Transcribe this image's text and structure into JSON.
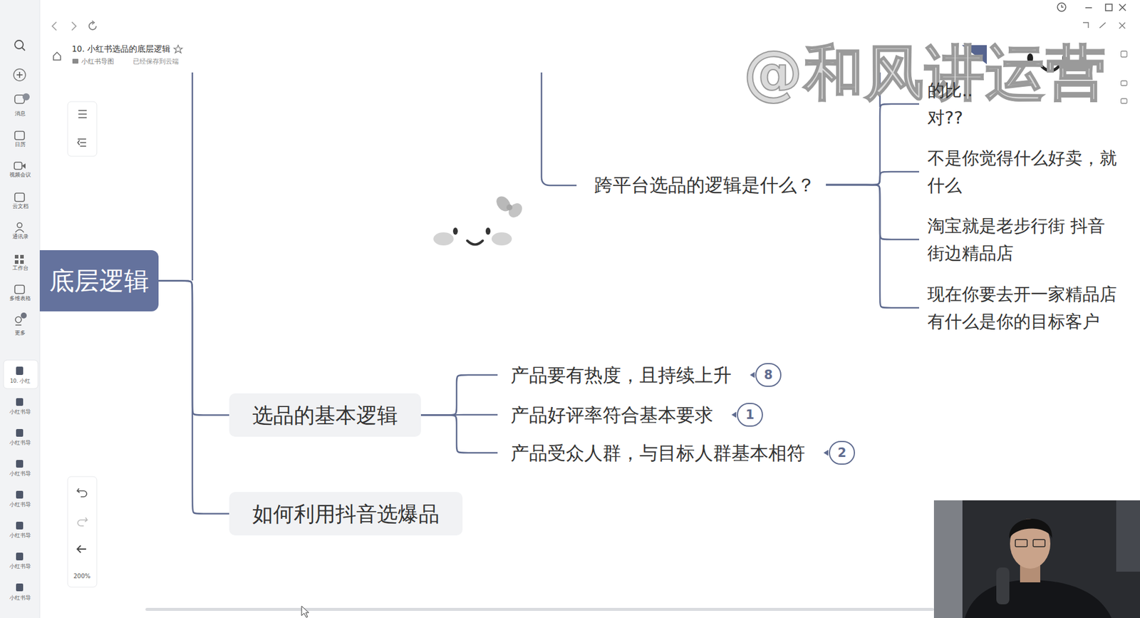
{
  "diagram": {
    "title": "10. 小红书选品的底层逻辑",
    "nodes": [
      {
        "text": [
          "底层逻辑"
        ]
      },
      {
        "text": [
          "跨平台选品的逻辑是什么？"
        ]
      },
      {
        "text": [
          "的比.. 对??"
        ]
      },
      {
        "text": [
          "不是你觉得什么好卖，就 什么"
        ]
      },
      {
        "text": [
          "淘宝就是老步行街 抖音 街边精品店"
        ]
      },
      {
        "text": [
          "现在你要去开一家精品店 有什么是你的目标客户"
        ]
      },
      {
        "text": [
          "选品的基本逻辑"
        ]
      },
      {
        "text": [
          "产品要有热度，且持续上升"
        ]
      },
      {
        "text": [
          "产品好评率符合基本要求"
        ]
      },
      {
        "text": [
          "产品受众人群，与目标人群基本相符"
        ]
      },
      {
        "text": [
          "如何利用抖音选爆品"
        ]
      }
    ],
    "edges": [
      {
        "from": 1,
        "to": 2,
        "arrow": "none"
      },
      {
        "from": 1,
        "to": 3,
        "arrow": "none"
      },
      {
        "from": 1,
        "to": 4,
        "arrow": "none"
      },
      {
        "from": 1,
        "to": 5,
        "arrow": "none"
      },
      {
        "from": 0,
        "to": 6,
        "arrow": "none"
      },
      {
        "from": 6,
        "to": 7,
        "arrow": "none"
      },
      {
        "from": 6,
        "to": 8,
        "arrow": "none"
      },
      {
        "from": 6,
        "to": 9,
        "arrow": "none"
      },
      {
        "from": 0,
        "to": 10,
        "arrow": "none"
      }
    ],
    "labels": [
      "小红书导图",
      "已经保存到云端",
      "@和风讲运营",
      "8",
      "1",
      "2",
      "200%",
      "消息",
      "日历",
      "视频会议",
      "云文档",
      "通讯录",
      "工作台",
      "多维表格",
      "更多",
      "10. 小红",
      "小红书导",
      "小红书导",
      "小红书导",
      "小红书导",
      "小红书导",
      "小红书导",
      "小红书导"
    ]
  }
}
